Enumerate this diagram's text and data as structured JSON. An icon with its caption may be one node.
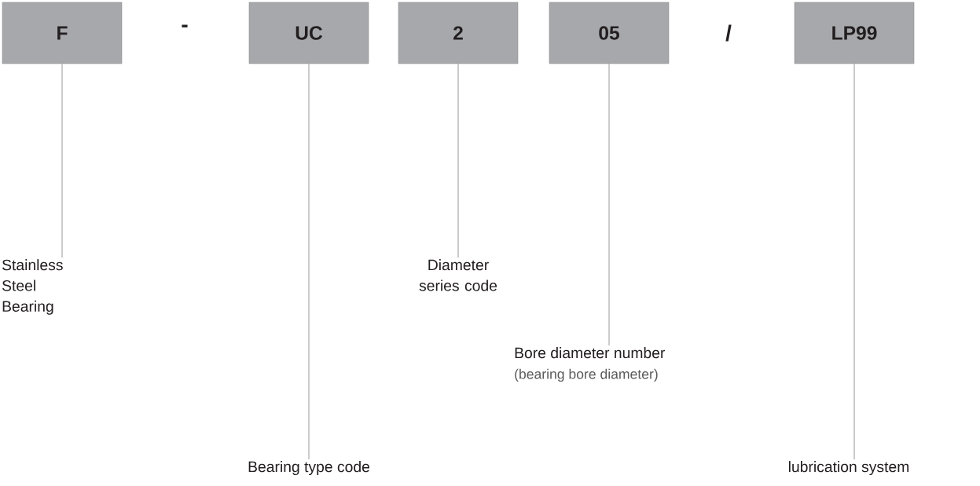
{
  "diagram": {
    "nodes": [
      {
        "text": [
          "F"
        ]
      },
      {
        "text": [
          "UC"
        ]
      },
      {
        "text": [
          "2"
        ]
      },
      {
        "text": [
          "05"
        ]
      },
      {
        "text": [
          "LP99"
        ]
      },
      {
        "text": [
          "Stainless Steel Bearing"
        ]
      },
      {
        "text": [
          "Bearing type code"
        ]
      },
      {
        "text": [
          "Diameter series code"
        ]
      },
      {
        "text": [
          "Bore diameter number",
          "(bearing bore diameter)"
        ]
      },
      {
        "text": [
          "lubrication system"
        ]
      }
    ],
    "edges": [
      {
        "from": 0,
        "to": 5,
        "arrow": "none"
      },
      {
        "from": 1,
        "to": 6,
        "arrow": "none"
      },
      {
        "from": 2,
        "to": 7,
        "arrow": "none"
      },
      {
        "from": 3,
        "to": 8,
        "arrow": "none"
      },
      {
        "from": 4,
        "to": 9,
        "arrow": "none"
      }
    ],
    "labels": [
      "-",
      "/"
    ]
  }
}
